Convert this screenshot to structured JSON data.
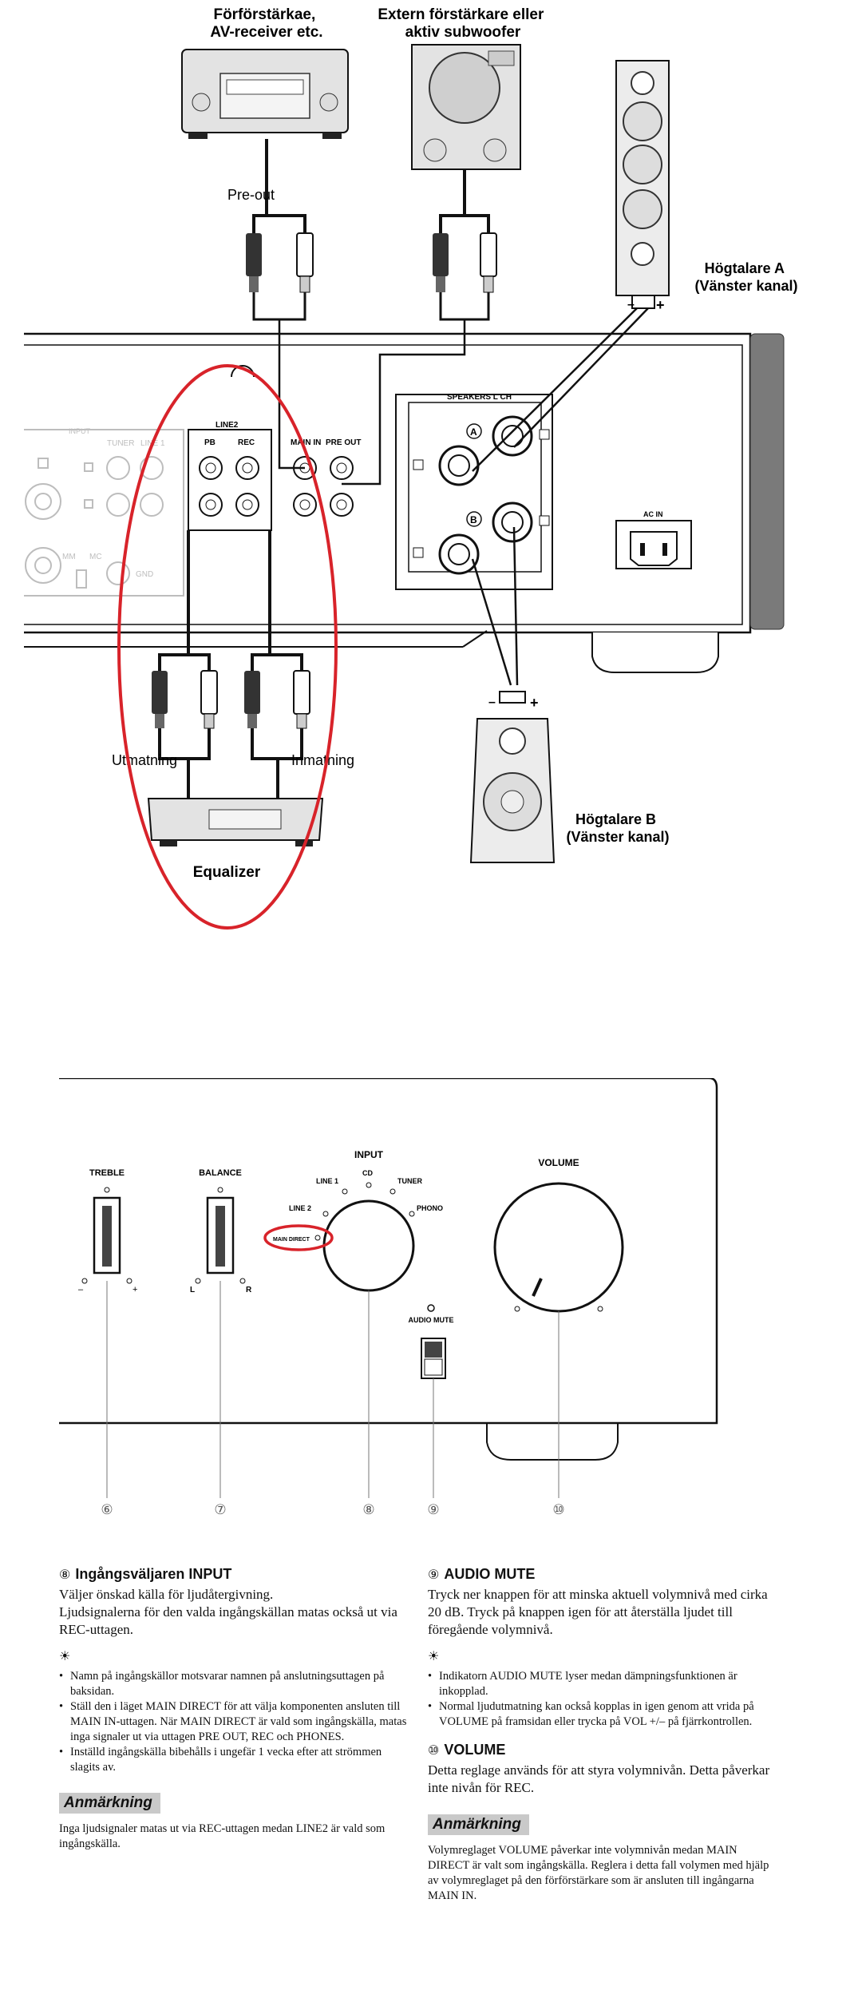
{
  "diagram1": {
    "preamp_label": "Förförstärkae,\nAV-receiver etc.",
    "ext_amp_label": "Extern förstärkare eller\naktiv subwoofer",
    "speaker_a_label": "Högtalare A\n(Vänster kanal)",
    "speaker_b_label": "Högtalare B\n(Vänster kanal)",
    "pre_out_cable": "Pre-out",
    "output_label": "Utmatning",
    "input_label": "Inmatning",
    "equalizer_label": "Equalizer",
    "panel": {
      "input": "INPUT",
      "tuner": "TUNER",
      "line1": "LINE 1",
      "line2": "LINE2",
      "pb": "PB",
      "rec": "REC",
      "main_in": "MAIN IN",
      "pre_out": "PRE OUT",
      "speakers": "SPEAKERS L CH",
      "ac_in": "AC IN",
      "mm": "MM",
      "mc": "MC",
      "gnd": "GND",
      "a": "A",
      "b": "B",
      "plus": "+",
      "minus": "–"
    }
  },
  "diagram2": {
    "treble": "TREBLE",
    "balance": "BALANCE",
    "input": "INPUT",
    "volume": "VOLUME",
    "audio_mute": "AUDIO MUTE",
    "line1": "LINE 1",
    "cd": "CD",
    "tuner": "TUNER",
    "line2": "LINE 2",
    "phono": "PHONO",
    "main_direct": "MAIN DIRECT",
    "minus": "–",
    "plus": "+",
    "l": "L",
    "r": "R",
    "callouts": [
      "⑥",
      "⑦",
      "⑧",
      "⑨",
      "⑩"
    ]
  },
  "text": {
    "s8": {
      "num": "⑧",
      "title": "Ingångsväljaren INPUT",
      "p1": "Väljer önskad källa för ljudåtergivning.",
      "p2": "Ljudsignalerna för den valda ingångskällan matas också ut via REC-uttagen.",
      "tip": "☀",
      "bullets": [
        "Namn på ingångskällor motsvarar namnen på anslutningsuttagen på baksidan.",
        "Ställ den i läget MAIN DIRECT för att välja komponenten ansluten till MAIN IN-uttagen. När MAIN DIRECT är vald som ingångskälla, matas inga signaler ut via uttagen PRE OUT, REC och PHONES.",
        "Inställd ingångskälla bibehålls i ungefär 1 vecka efter att strömmen slagits av."
      ],
      "note_head": "Anmärkning",
      "note": "Inga ljudsignaler matas ut via REC-uttagen medan LINE2 är vald som ingångskälla."
    },
    "s9": {
      "num": "⑨",
      "title": "AUDIO MUTE",
      "p1": "Tryck ner knappen för att minska aktuell volymnivå med cirka 20 dB. Tryck på knappen igen för att återställa ljudet till föregående volymnivå.",
      "tip": "☀",
      "bullets": [
        "Indikatorn AUDIO MUTE lyser medan dämpningsfunktionen är inkopplad.",
        "Normal ljudutmatning kan också kopplas in igen genom att vrida på VOLUME på framsidan eller trycka på VOL +/– på fjärrkontrollen."
      ]
    },
    "s10": {
      "num": "⑩",
      "title": "VOLUME",
      "p1": "Detta reglage används för att styra volymnivån. Detta påverkar inte nivån för REC.",
      "note_head": "Anmärkning",
      "note": "Volymreglaget VOLUME påverkar inte volymnivån medan MAIN DIRECT är valt som ingångskälla. Reglera i detta fall volymen med hjälp av volymreglaget på den förförstärkare som är ansluten till ingångarna MAIN IN."
    }
  },
  "colors": {
    "red_highlight": "#d8232a",
    "panel_grey": "#7a7a7a",
    "light_grey": "#c8c8c8"
  }
}
